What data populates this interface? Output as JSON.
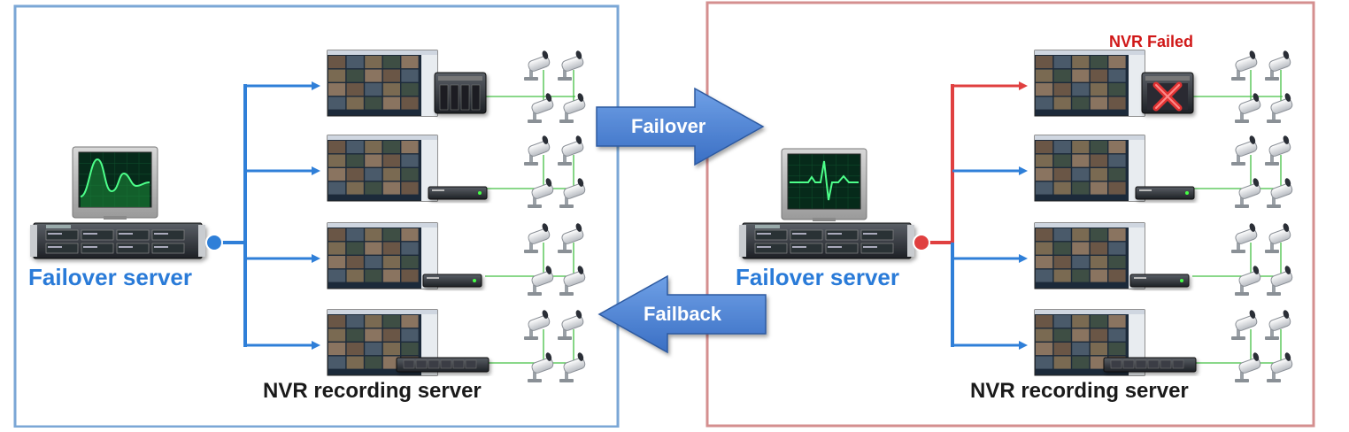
{
  "panels": [
    {
      "id": "normal",
      "server_label": "Failover server",
      "nvr_label": "NVR recording server",
      "failed_label": "",
      "border_color": "#7ba7d6",
      "bus_color": "#2f7fd8",
      "monitor": "sine-wave"
    },
    {
      "id": "failover",
      "server_label": "Failover server",
      "nvr_label": "NVR recording server",
      "failed_label": "NVR Failed",
      "border_color": "#d48f8f",
      "bus_color": "#e04040",
      "monitor": "heartbeat"
    }
  ],
  "arrows": {
    "failover": {
      "label": "Failover",
      "direction": "right"
    },
    "failback": {
      "label": "Failback",
      "direction": "left"
    }
  },
  "colors": {
    "blue_link": "#2f7fd8",
    "red_link": "#e04040",
    "camera_link": "#44c044",
    "arrow_fill": "#4a7fd0",
    "failed_x": "#e03030"
  }
}
